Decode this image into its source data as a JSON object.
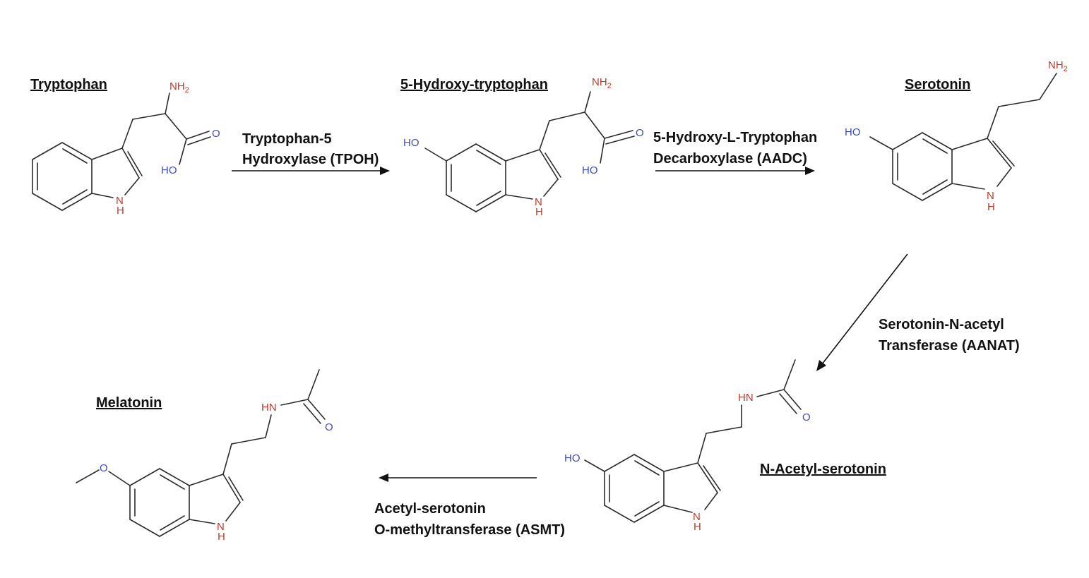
{
  "colors": {
    "oxygen": "#3b4cc0",
    "nitrogen": "#c0392b",
    "bond": "#2b2b2b",
    "text": "#111111"
  },
  "compounds": {
    "tryptophan": "Tryptophan",
    "hydroxytryptophan": "5-Hydroxy-tryptophan",
    "serotonin": "Serotonin",
    "n_acetyl_serotonin": "N-Acetyl-serotonin",
    "melatonin": "Melatonin"
  },
  "enzymes": {
    "tpoh": {
      "line1": "Tryptophan-5",
      "line2": "Hydroxylase (TPOH)"
    },
    "aadc": {
      "line1": "5-Hydroxy-L-Tryptophan",
      "line2": "Decarboxylase (AADC)"
    },
    "aanat": {
      "line1": "Serotonin-N-acetyl",
      "line2": "Transferase (AANAT)"
    },
    "asmt": {
      "line1": "Acetyl-serotonin",
      "line2": "O-methyltransferase (ASMT)"
    }
  },
  "atoms": {
    "nh2": "NH",
    "nh2_sub": "2",
    "nh": "N",
    "h": "H",
    "hn": "HN",
    "o": "O",
    "ho": "HO"
  }
}
